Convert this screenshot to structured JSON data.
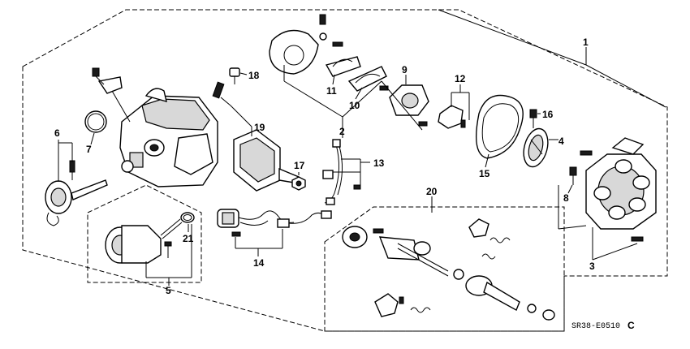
{
  "diagram": {
    "code": "SR38-E0510",
    "suffix": "C",
    "callouts": {
      "c1": "1",
      "c2": "2",
      "c3": "3",
      "c4": "4",
      "c5": "5",
      "c6": "6",
      "c7": "7",
      "c8": "8",
      "c9": "9",
      "c10": "10",
      "c11": "11",
      "c12": "12",
      "c13": "13",
      "c14": "14",
      "c15": "15",
      "c16": "16",
      "c17": "17",
      "c18": "18",
      "c19": "19",
      "c20": "20",
      "c21": "21"
    }
  }
}
